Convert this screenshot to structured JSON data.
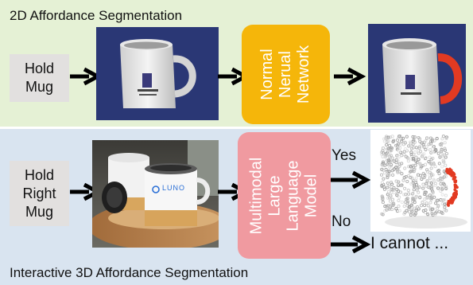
{
  "top_section": {
    "title": "2D Affordance Segmentation",
    "instruction": "Hold\nMug",
    "model": "Normal\nNerual\nNetwork"
  },
  "bottom_section": {
    "title": "Interactive 3D Affordance Segmentation",
    "instruction": "Hold\nRight\nMug",
    "model": "Multimodal\nLarge\nLanguage\nModel",
    "branch_yes": "Yes",
    "branch_no": "No",
    "no_output": "I cannot ...",
    "brand_text": "LUNO"
  },
  "colors": {
    "top_bg": "#e5f1d5",
    "bottom_bg": "#d9e4f0",
    "input_box": "#e2e0df",
    "normal_network": "#f5b60a",
    "mllm": "#f09aa0",
    "affordance_highlight": "#e23a22"
  }
}
